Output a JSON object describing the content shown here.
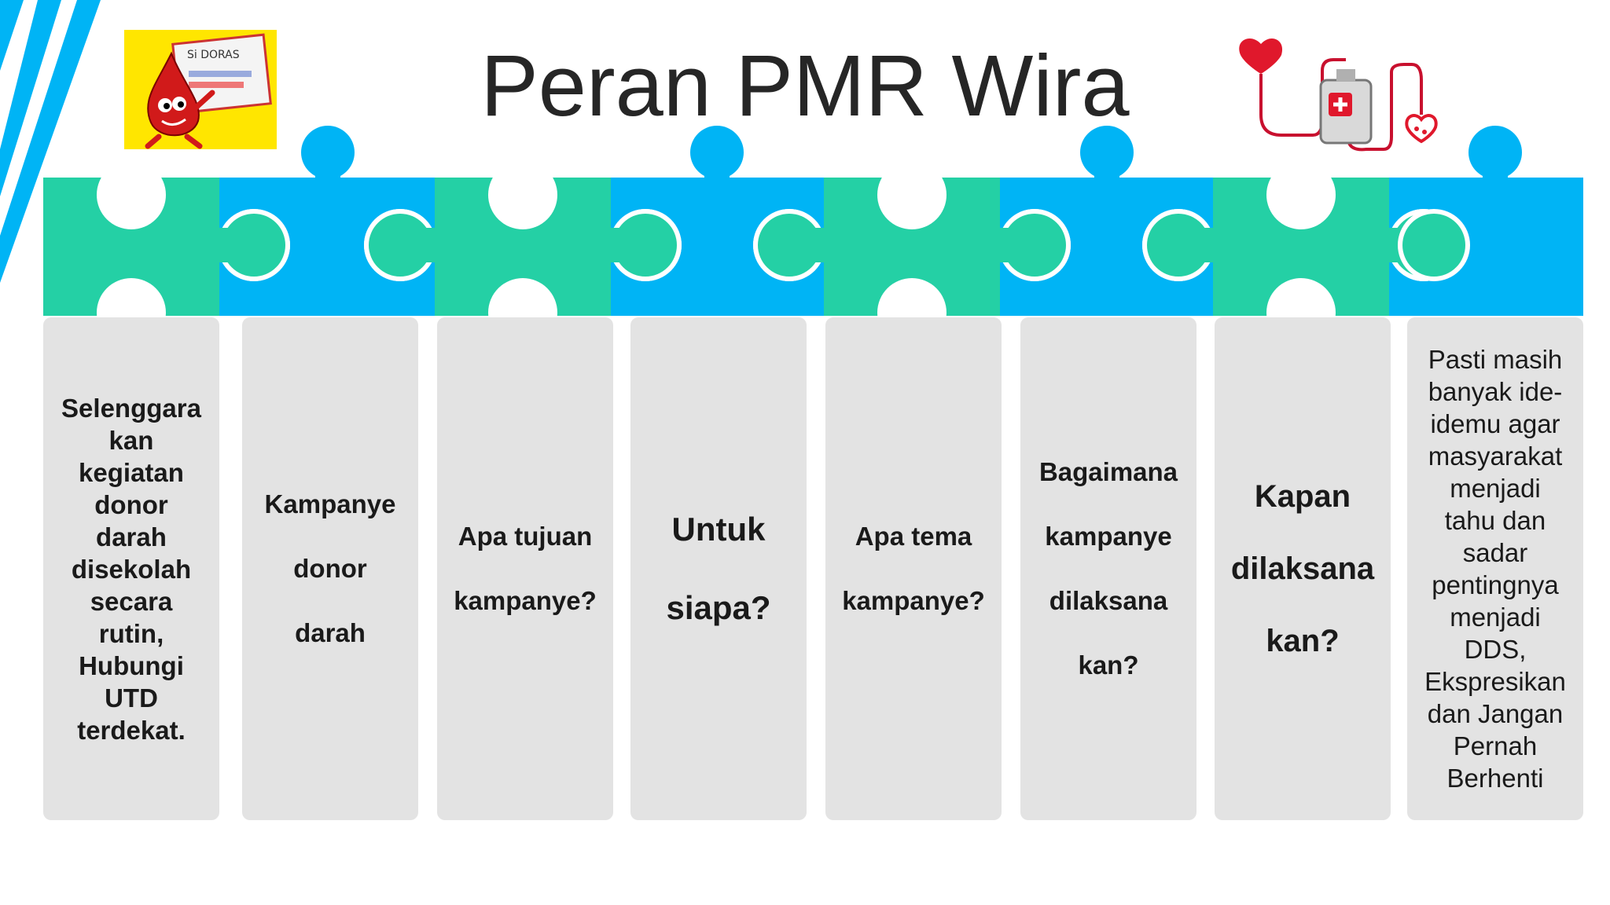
{
  "title": "Peran PMR Wira",
  "logo_left": {
    "icon": "blood-drop-mascot-icon",
    "caption": "Si DORAS",
    "bg": "#ffe600"
  },
  "logo_right": {
    "icon": "blood-bag-heart-icon"
  },
  "colors": {
    "green": "#24d0a5",
    "blue": "#00b4f5",
    "card": "#e3e3e3",
    "stripe": "#00b4f5"
  },
  "cards": [
    {
      "text": "Selenggara\nkan\nkegiatan\ndonor\ndarah\ndisekolah\nsecara\nrutin,\nHubungi\nUTD\nterdekat."
    },
    {
      "text": "Kampanye\ndonor\ndarah"
    },
    {
      "text": "Apa tujuan\nkampanye?"
    },
    {
      "text": "Untuk\nsiapa?"
    },
    {
      "text": "Apa tema\nkampanye?"
    },
    {
      "text": "Bagaimana\nkampanye\ndilaksana\nkan?"
    },
    {
      "text": "Kapan\ndilaksana\nkan?"
    },
    {
      "text": "Pasti  masih\nbanyak ide-\nidemu agar\nmasyarakat\nmenjadi\ntahu dan\nsadar\npentingnya\nmenjadi\nDDS,\nEkspresikan\ndan Jangan\nPernah\nBerhenti"
    }
  ]
}
